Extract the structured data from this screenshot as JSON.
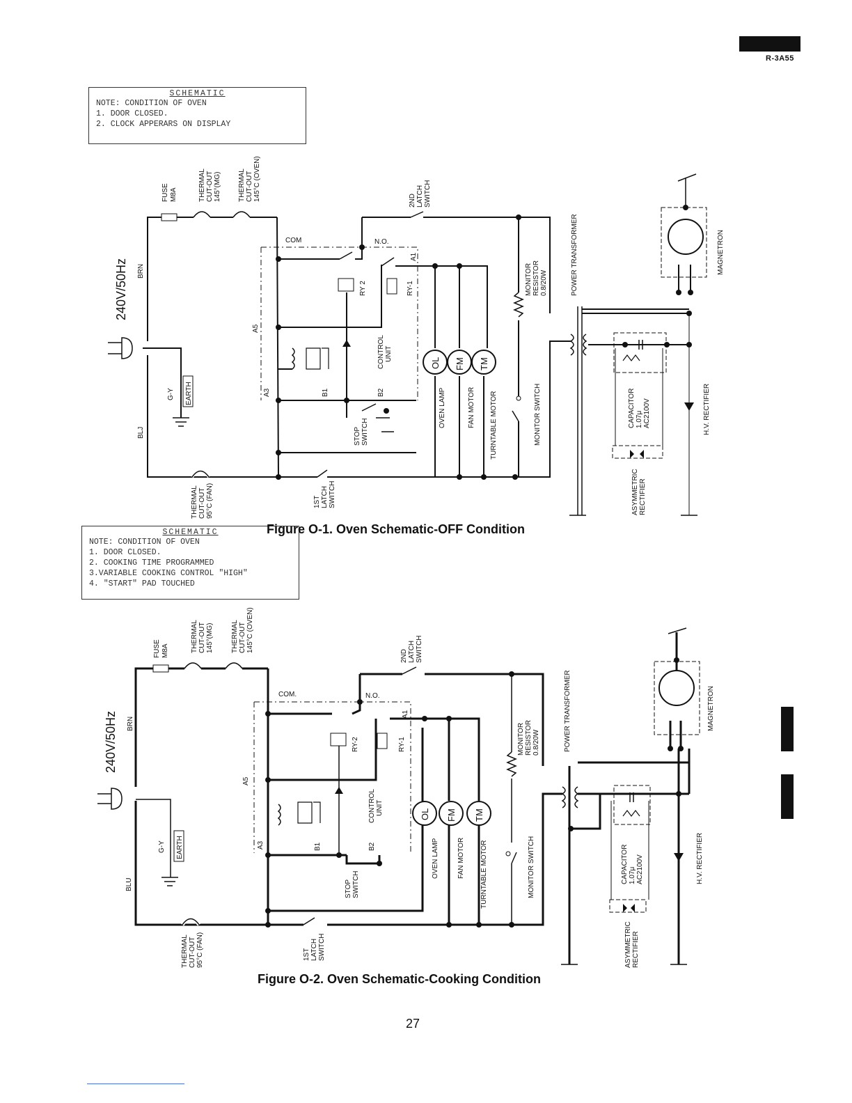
{
  "page": {
    "model": "R-3A55",
    "page_number": "27"
  },
  "figure1": {
    "caption": "Figure O-1. Oven Schematic-OFF Condition",
    "note_title": "SCHEMATIC",
    "note_lines": [
      "NOTE: CONDITION OF OVEN",
      "1. DOOR CLOSED.",
      "2. CLOCK APPERARS ON DISPLAY"
    ]
  },
  "figure2": {
    "caption": "Figure O-2. Oven Schematic-Cooking Condition",
    "note_title": "SCHEMATIC",
    "note_lines": [
      "NOTE: CONDITION OF OVEN",
      "1. DOOR CLOSED.",
      "2. COOKING TIME PROGRAMMED",
      "3.VARIABLE COOKING CONTROL \"HIGH\"",
      "4. \"START\" PAD TOUCHED"
    ]
  },
  "labels": {
    "supply": "240V/50Hz",
    "brn": "BRN",
    "blu": "BLU",
    "blj": "BLJ",
    "gy": "G-Y",
    "earth": "EARTH",
    "fuse": "FUSE",
    "fuse_rating": "M8A",
    "thermal": "THERMAL",
    "cutout": "CUT-OUT",
    "mg_rating": "145°(MG)",
    "oven_rating": "145°C (OVEN)",
    "fan_rating": "95°C (FAN)",
    "second": "2ND",
    "first": "1ST",
    "latch": "LATCH",
    "switch": "SWITCH",
    "com": "COM",
    "com2": "COM.",
    "no": "N.O.",
    "a1": "A1",
    "a3": "A3",
    "a5": "A5",
    "b1": "B1",
    "b2": "B2",
    "ry1": "RY-1",
    "ry2": "RY-2",
    "ry2_alt": "RY 2",
    "control": "CONTROL",
    "unit": "UNIT",
    "stop": "STOP",
    "ol": "OL",
    "fm": "FM",
    "tm": "TM",
    "oven_lamp": "OVEN LAMP",
    "fan_motor": "FAN MOTOR",
    "turntable_motor": "TURNTABLE MOTOR",
    "monitor": "MONITOR",
    "resistor": "RESISTOR",
    "resistor_rating": "0.8/20W",
    "monitor_switch": "MONITOR SWITCH",
    "power_transformer": "POWER TRANSFORMER",
    "capacitor": "CAPACITOR",
    "cap_value": "1.07μ",
    "cap_rating": "AC2100V",
    "asymmetric": "ASYMMETRIC",
    "rectifier": "RECTIFIER",
    "hv_rectifier": "H.V. RECTIFIER",
    "magnetron": "MAGNETRON"
  }
}
